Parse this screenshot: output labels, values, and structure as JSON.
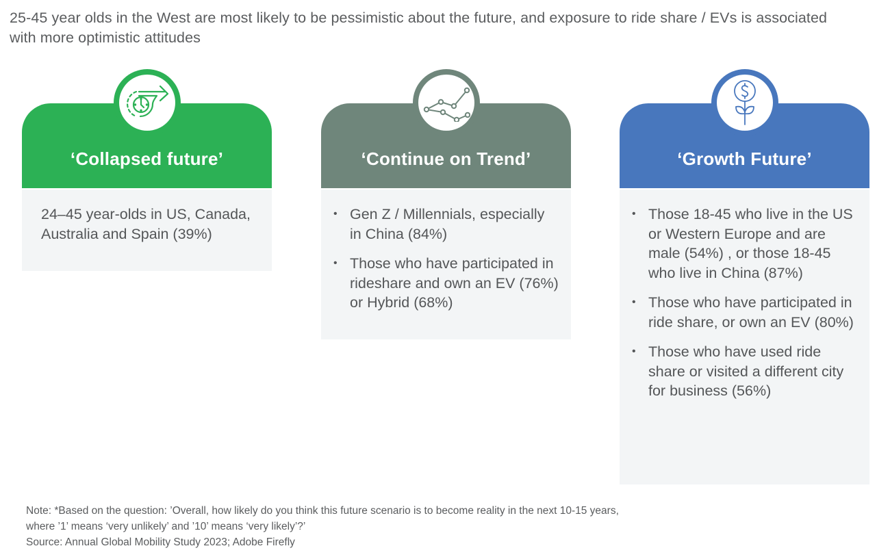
{
  "header": {
    "title": "25-45 year olds in the West are most likely to be pessimistic about the future, and exposure to ride share / EVs is associated with more optimistic attitudes"
  },
  "cards": [
    {
      "title": "‘Collapsed future’",
      "icon": "clock-arrow-icon",
      "color": "#2cb155",
      "text": "24–45 year-olds in US, Canada, Australia and Spain (39%)"
    },
    {
      "title": "‘Continue on Trend’",
      "icon": "line-trend-icon",
      "color": "#6f867b",
      "bullets": [
        "Gen Z / Millennials, especially in China (84%)",
        "Those who have participated in rideshare and own an EV (76%) or Hybrid (68%)"
      ]
    },
    {
      "title": "‘Growth Future’",
      "icon": "money-plant-icon",
      "color": "#4877bd",
      "bullets": [
        "Those 18-45 who live in the US or Western Europe and are male (54%) , or those 18-45 who live in China (87%)",
        "Those who have participated in ride share, or own an EV (80%)",
        "Those who have used ride share or visited a different city for business (56%)"
      ]
    }
  ],
  "bullet_glyph": "•",
  "footer": {
    "note_line1": "Note: *Based on the question: ’Overall, how likely do you think this future scenario is to become reality in the next 10-15 years,",
    "note_line2": "where ’1’ means ‘very unlikely’ and ’10’ means ‘very likely’?’",
    "source": "Source: Annual Global Mobility Study 2023; Adobe Firefly"
  }
}
